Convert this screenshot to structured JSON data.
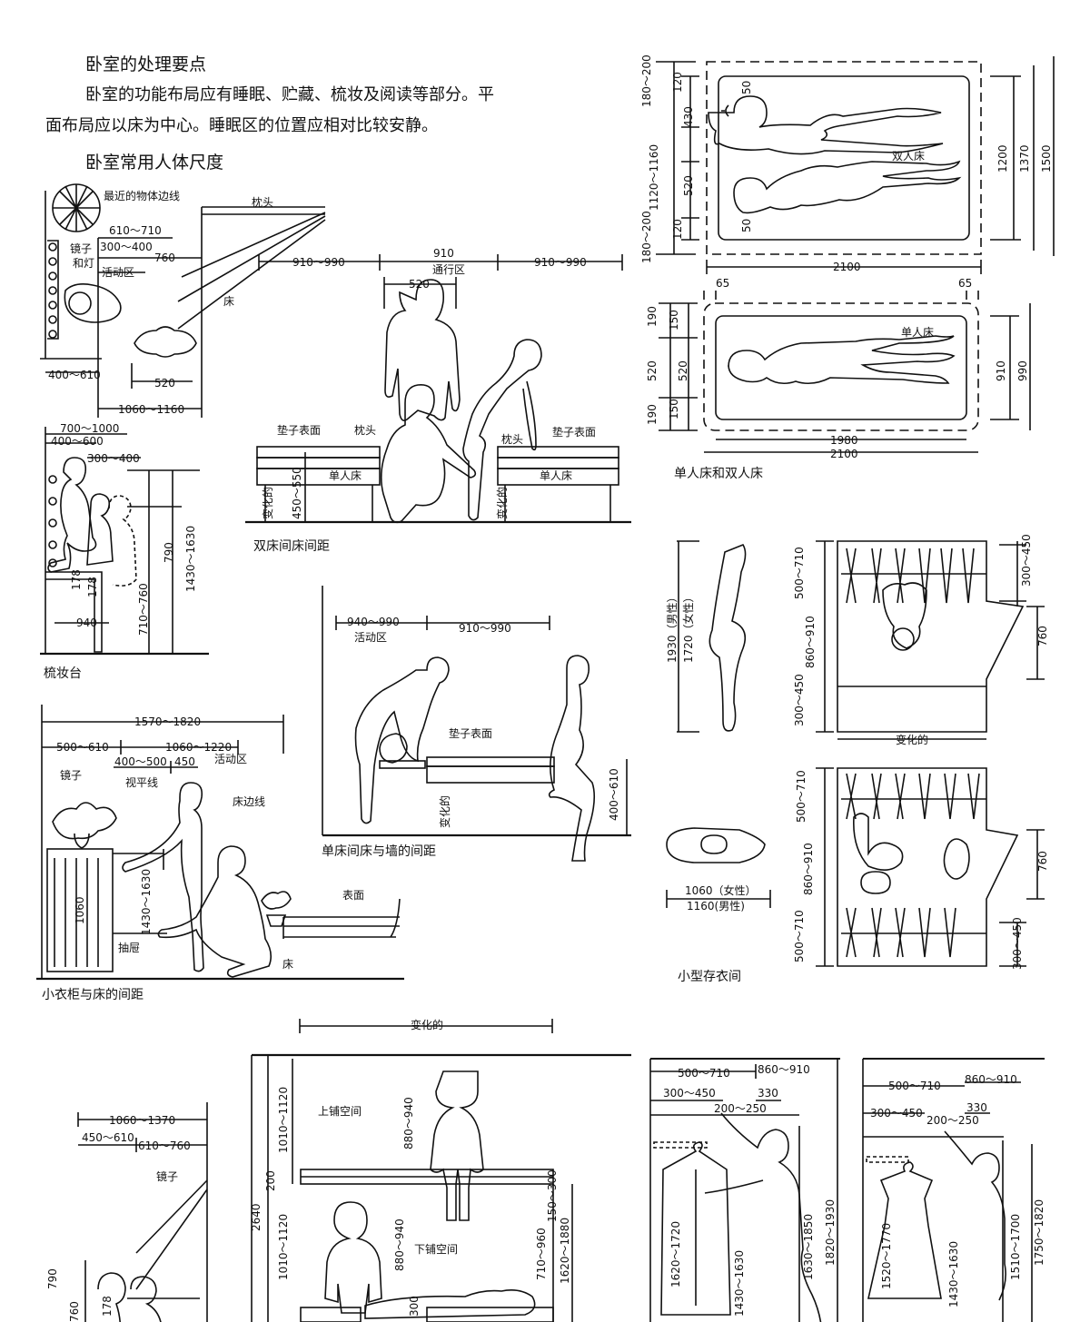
{
  "intro": {
    "title": "卧室的处理要点",
    "paragraph_line1": "卧室的功能布局应有睡眠、贮藏、梳妆及阅读等部分。平",
    "paragraph_line2": "面布局应以床为中心。睡眠区的位置应相对比较安静。",
    "subtitle": "卧室常用人体尺度"
  },
  "fig_bedside": {
    "nearest_edge": "最近的物体边线",
    "pillow": "枕头",
    "d_610_710": "610～710",
    "mirror": "镜子",
    "and_light": "和灯",
    "d_300_400": "300～400",
    "d_760": "760",
    "activity": "活动区",
    "bed": "床",
    "d_400_610": "400～610",
    "d_520": "520",
    "d_1060_1160": "1060～1160"
  },
  "fig_twin": {
    "d_910": "910",
    "aisle": "通行区",
    "d_910_990_l": "910～990",
    "d_910_990_r": "910～990",
    "d_520": "520",
    "mattress_l": "垫子表面",
    "pillow_l": "枕头",
    "pillow_r": "枕头",
    "mattress_r": "垫子表面",
    "single_l": "单人床",
    "single_r": "单人床",
    "varies_l": "变化的",
    "varies_r": "变化的",
    "d_450_550": "450～550",
    "caption": "双床间床间距"
  },
  "fig_dresser": {
    "d_700_1000": "700～1000",
    "d_400_600": "400～600",
    "d_300_400": "300～400",
    "d_790": "790",
    "d_1430_1630": "1430～1630",
    "d_710_760": "710～760",
    "d_178a": "178",
    "d_178b": "178",
    "d_940": "940",
    "caption": "梳妆台"
  },
  "fig_wall": {
    "d_940_990": "940～990",
    "activity": "活动区",
    "d_910_990": "910～990",
    "mattress": "垫子表面",
    "varies": "变化的",
    "d_400_610": "400～610",
    "caption": "单床间床与墙的间距"
  },
  "fig_chest": {
    "d_1570_1820": "1570～1820",
    "d_500_610": "500～610",
    "d_1060_1220": "1060～1220",
    "d_400_500": "400～500",
    "d_450": "450",
    "activity": "活动区",
    "mirror": "镜子",
    "sightline": "视平线",
    "bed_edge": "床边线",
    "d_1060": "1060",
    "d_1430_1630": "1430～1630",
    "drawer": "抽屉",
    "surface": "表面",
    "bed": "床",
    "caption": "小衣柜与床的间距"
  },
  "fig_beds": {
    "d_180_200_top": "180～200",
    "d_1120_1160": "1120～1160",
    "d_180_200_bot": "180～200",
    "d_120a": "120",
    "d_430": "430",
    "d_520": "520",
    "d_120b": "120",
    "d_50a": "50",
    "d_50b": "50",
    "double": "双人床",
    "d_1200": "1200",
    "d_1370": "1370",
    "d_1500": "1500",
    "d_2100_top": "2100",
    "d_65a": "65",
    "d_65b": "65",
    "d_190a": "190",
    "d_520b": "520",
    "d_190b": "190",
    "d_150a": "150",
    "d_520c": "520",
    "d_150b": "150",
    "single": "单人床",
    "d_910": "910",
    "d_990": "990",
    "d_1980": "1980",
    "d_2100_bot": "2100",
    "caption": "单人床和双人床"
  },
  "fig_closet": {
    "d_height": "1930（男性）",
    "d_height2": "1720（女性）",
    "d_1060": "1060（女性）",
    "d_1160": "1160(男性)",
    "d_500_710a": "500～710",
    "d_860_910a": "860～910",
    "d_300_450a": "300～450",
    "d_300_450b": "300～450",
    "d_760a": "760",
    "varies": "变化的",
    "d_500_710b": "500～710",
    "d_860_910b": "860～910",
    "d_500_710c": "500～710",
    "d_760b": "760",
    "d_300_450c": "300～450",
    "caption": "小型存衣间"
  },
  "fig_bottom": {
    "varies": "变化的",
    "d_1060_1370": "1060～1370",
    "d_450_610": "450～610",
    "d_610_760": "610～760",
    "mirror": "镜子",
    "d_790": "790",
    "d_760": "760",
    "d_178": "178",
    "upper_bunk": "上铺空间",
    "lower_bunk": "下铺空间",
    "d_1010_1120a": "1010～1120",
    "d_880_940a": "880～940",
    "d_200": "200",
    "d_2640": "2640",
    "d_1010_1120b": "1010～1120",
    "d_880_940b": "880～940",
    "d_150_300": "150～300",
    "d_710_960": "710～960",
    "d_1620_1880": "1620～1880",
    "d_300": "300",
    "w1_500_710": "500～710",
    "w1_860_910": "860～910",
    "w1_300_450": "300～450",
    "w1_330": "330",
    "w1_200_250": "200～250",
    "w1_1620_1720": "1620～1720",
    "w1_1430_1630": "1430～1630",
    "w1_1630_1850": "1630～1850",
    "w1_1820_1930": "1820～1930",
    "w2_500_710": "500～710",
    "w2_860_910": "860～910",
    "w2_300_450": "300～450",
    "w2_330": "330",
    "w2_200_250": "200～250",
    "w2_1520_1770": "1520～1770",
    "w2_1430_1630": "1430～1630",
    "w2_1510_1700": "1510～1700",
    "w2_1750_1820": "1750～1820"
  }
}
